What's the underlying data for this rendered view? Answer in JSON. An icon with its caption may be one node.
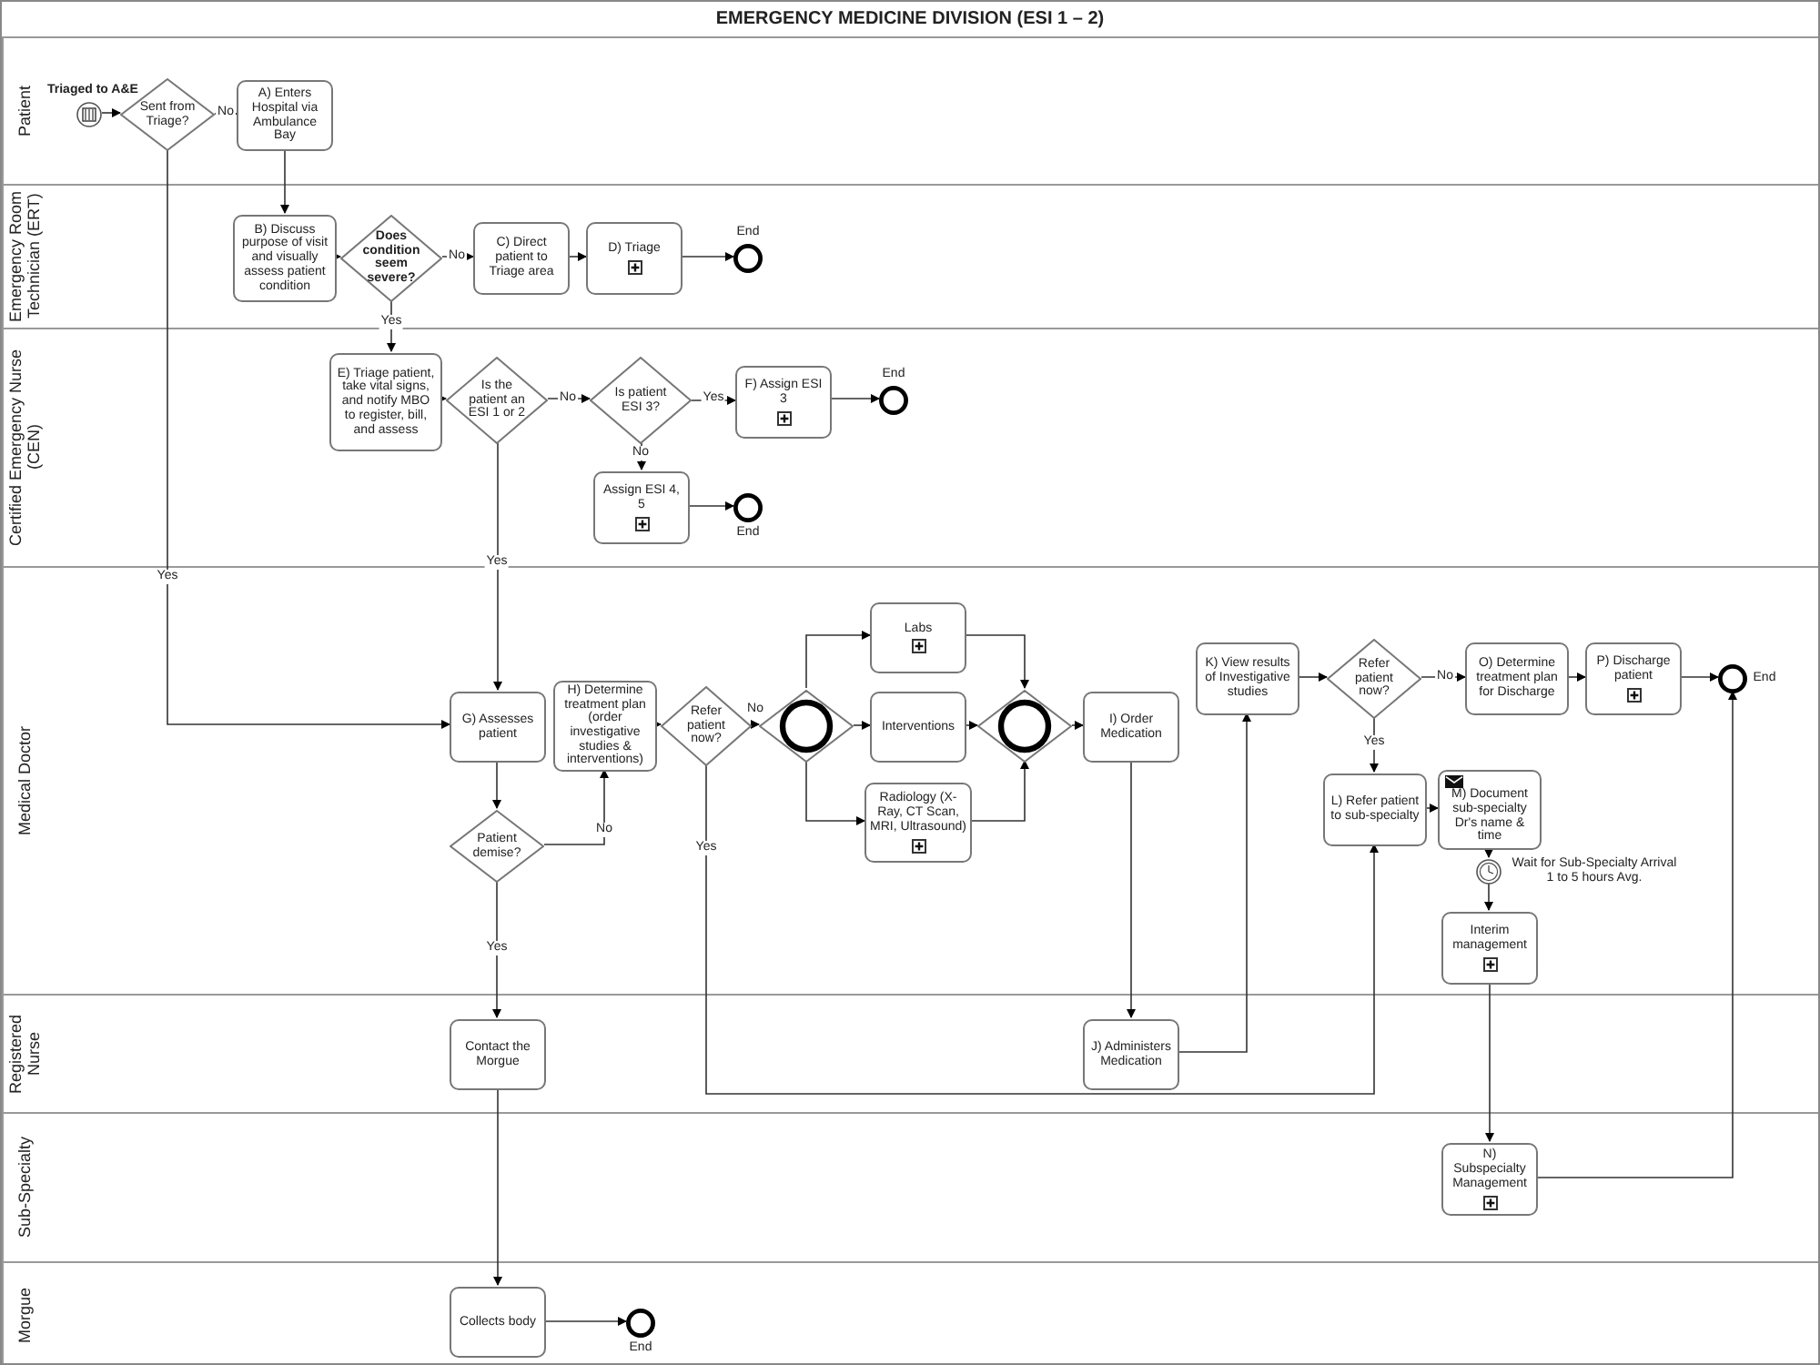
{
  "diagram": {
    "title": "EMERGENCY MEDICINE DIVISION (ESI 1 – 2)",
    "nodes": [
      {
        "text": [
          "Patient"
        ]
      },
      {
        "text": [
          "Triaged to A&E"
        ],
        "in": 0
      },
      {
        "text": [
          "Sent from Triage?"
        ],
        "in": 0
      },
      {
        "text": [
          "A) Enters Hospital via Ambulance Bay"
        ],
        "in": 0
      },
      {
        "text": [
          "Emergency Room Technician (ERT)"
        ]
      },
      {
        "text": [
          "B) Discuss purpose of visit and visually assess patient condition"
        ],
        "in": 4
      },
      {
        "text": [
          "Does condition seem severe?"
        ],
        "in": 4
      },
      {
        "text": [
          "C) Direct patient to Triage area"
        ],
        "in": 4
      },
      {
        "text": [
          "D) Triage"
        ],
        "in": 4
      },
      {
        "text": [
          "End"
        ],
        "in": 4
      },
      {
        "text": [
          "Certified Emergency Nurse (CEN)"
        ]
      },
      {
        "text": [
          "E) Triage patient, take vital signs, and notify MBO to register, bill, and assess"
        ],
        "in": 10
      },
      {
        "text": [
          "Is the patient an ESI 1 or 2"
        ],
        "in": 10
      },
      {
        "text": [
          "Is patient ESI 3?"
        ],
        "in": 10
      },
      {
        "text": [
          "F) Assign ESI 3"
        ],
        "in": 10
      },
      {
        "text": [
          "End"
        ],
        "in": 10
      },
      {
        "text": [
          "Assign ESI 4, 5"
        ],
        "in": 10
      },
      {
        "text": [
          "End"
        ],
        "in": 10
      },
      {
        "text": [
          "Medical Doctor"
        ]
      },
      {
        "text": [
          "G) Assesses patient"
        ],
        "in": 18
      },
      {
        "text": [
          "Patient demise?"
        ],
        "in": 18
      },
      {
        "text": [
          "H) Determine treatment plan (order investigative studies & interventions)"
        ],
        "in": 18
      },
      {
        "text": [
          "Refer patient now?"
        ],
        "in": 18
      },
      {
        "text": [],
        "shape": "diamond",
        "in": 18
      },
      {
        "text": [
          "Labs"
        ],
        "in": 18
      },
      {
        "text": [
          "Interventions"
        ],
        "in": 18
      },
      {
        "text": [
          "Radiology (X-Ray, CT Scan, MRI, Ultrasound)"
        ],
        "in": 18
      },
      {
        "text": [],
        "shape": "diamond",
        "in": 18
      },
      {
        "text": [
          "I) Order Medication"
        ],
        "in": 18
      },
      {
        "text": [
          "K) View results of Investigative studies"
        ],
        "in": 18
      },
      {
        "text": [
          "Refer patient now?"
        ],
        "in": 18
      },
      {
        "text": [
          "O) Determine treatment plan for Discharge"
        ],
        "in": 18
      },
      {
        "text": [
          "P) Discharge patient"
        ],
        "in": 18
      },
      {
        "text": [
          "End"
        ],
        "in": 18
      },
      {
        "text": [
          "L) Refer patient to sub-specialty"
        ],
        "in": 18
      },
      {
        "text": [
          "M) Document sub-specialty Dr's name & time"
        ],
        "in": 18
      },
      {
        "text": [],
        "shape": "circle",
        "beside": [
          "Wait for Sub-Specialty Arrival 1 to 5 hours Avg."
        ],
        "in": 18
      },
      {
        "text": [
          "Interim management"
        ],
        "in": 18
      },
      {
        "text": [
          "Registered Nurse"
        ]
      },
      {
        "text": [
          "Contact the Morgue"
        ],
        "in": 38
      },
      {
        "text": [
          "J) Administers Medication"
        ],
        "in": 38
      },
      {
        "text": [
          "Sub-Specialty"
        ]
      },
      {
        "text": [
          "N) Subspecialty Management"
        ],
        "in": 41
      },
      {
        "text": [
          "Morgue"
        ]
      },
      {
        "text": [
          "Collects body"
        ],
        "in": 43
      },
      {
        "text": [
          "End"
        ],
        "in": 43
      }
    ],
    "edges": [
      {
        "from": 1,
        "to": 2,
        "arrow": "to"
      },
      {
        "from": 2,
        "to": 3,
        "arrow": "to",
        "label": "No"
      },
      {
        "from": 2,
        "to": 19,
        "arrow": "to",
        "label": "Yes"
      },
      {
        "from": 3,
        "to": 5,
        "arrow": "to"
      },
      {
        "from": 5,
        "to": 6,
        "arrow": "to"
      },
      {
        "from": 6,
        "to": 7,
        "arrow": "to",
        "label": "No"
      },
      {
        "from": 7,
        "to": 8,
        "arrow": "to"
      },
      {
        "from": 8,
        "to": 9,
        "arrow": "to"
      },
      {
        "from": 6,
        "to": 11,
        "arrow": "to",
        "label": "Yes"
      },
      {
        "from": 11,
        "to": 12,
        "arrow": "to"
      },
      {
        "from": 12,
        "to": 13,
        "arrow": "to",
        "label": "No"
      },
      {
        "from": 13,
        "to": 14,
        "arrow": "to",
        "label": "Yes"
      },
      {
        "from": 14,
        "to": 15,
        "arrow": "to"
      },
      {
        "from": 13,
        "to": 16,
        "arrow": "to",
        "label": "No"
      },
      {
        "from": 16,
        "to": 17,
        "arrow": "to"
      },
      {
        "from": 12,
        "to": 19,
        "arrow": "to",
        "label": "Yes"
      },
      {
        "from": 19,
        "to": 20,
        "arrow": "to"
      },
      {
        "from": 20,
        "to": 21,
        "arrow": "to",
        "label": "No"
      },
      {
        "from": 20,
        "to": 39,
        "arrow": "to",
        "label": "Yes"
      },
      {
        "from": 21,
        "to": 22,
        "arrow": "to"
      },
      {
        "from": 22,
        "to": 23,
        "arrow": "to",
        "label": "No"
      },
      {
        "from": 22,
        "to": 34,
        "arrow": "to",
        "label": "Yes"
      },
      {
        "from": 23,
        "to": 24,
        "arrow": "to"
      },
      {
        "from": 23,
        "to": 25,
        "arrow": "to"
      },
      {
        "from": 23,
        "to": 26,
        "arrow": "to"
      },
      {
        "from": 24,
        "to": 27,
        "arrow": "to"
      },
      {
        "from": 25,
        "to": 27,
        "arrow": "to"
      },
      {
        "from": 26,
        "to": 27,
        "arrow": "to"
      },
      {
        "from": 27,
        "to": 28,
        "arrow": "to"
      },
      {
        "from": 28,
        "to": 40,
        "arrow": "to"
      },
      {
        "from": 40,
        "to": 29,
        "arrow": "to"
      },
      {
        "from": 29,
        "to": 30,
        "arrow": "to"
      },
      {
        "from": 30,
        "to": 31,
        "arrow": "to",
        "label": "No"
      },
      {
        "from": 31,
        "to": 32,
        "arrow": "to"
      },
      {
        "from": 32,
        "to": 33,
        "arrow": "to"
      },
      {
        "from": 30,
        "to": 34,
        "arrow": "to",
        "label": "Yes"
      },
      {
        "from": 34,
        "to": 35,
        "arrow": "to"
      },
      {
        "from": 35,
        "to": 36,
        "arrow": "to"
      },
      {
        "from": 36,
        "to": 37,
        "arrow": "to"
      },
      {
        "from": 37,
        "to": 42,
        "arrow": "to"
      },
      {
        "from": 42,
        "to": 33,
        "arrow": "to"
      },
      {
        "from": 39,
        "to": 44,
        "arrow": "to"
      },
      {
        "from": 44,
        "to": 45,
        "arrow": "to"
      }
    ]
  }
}
